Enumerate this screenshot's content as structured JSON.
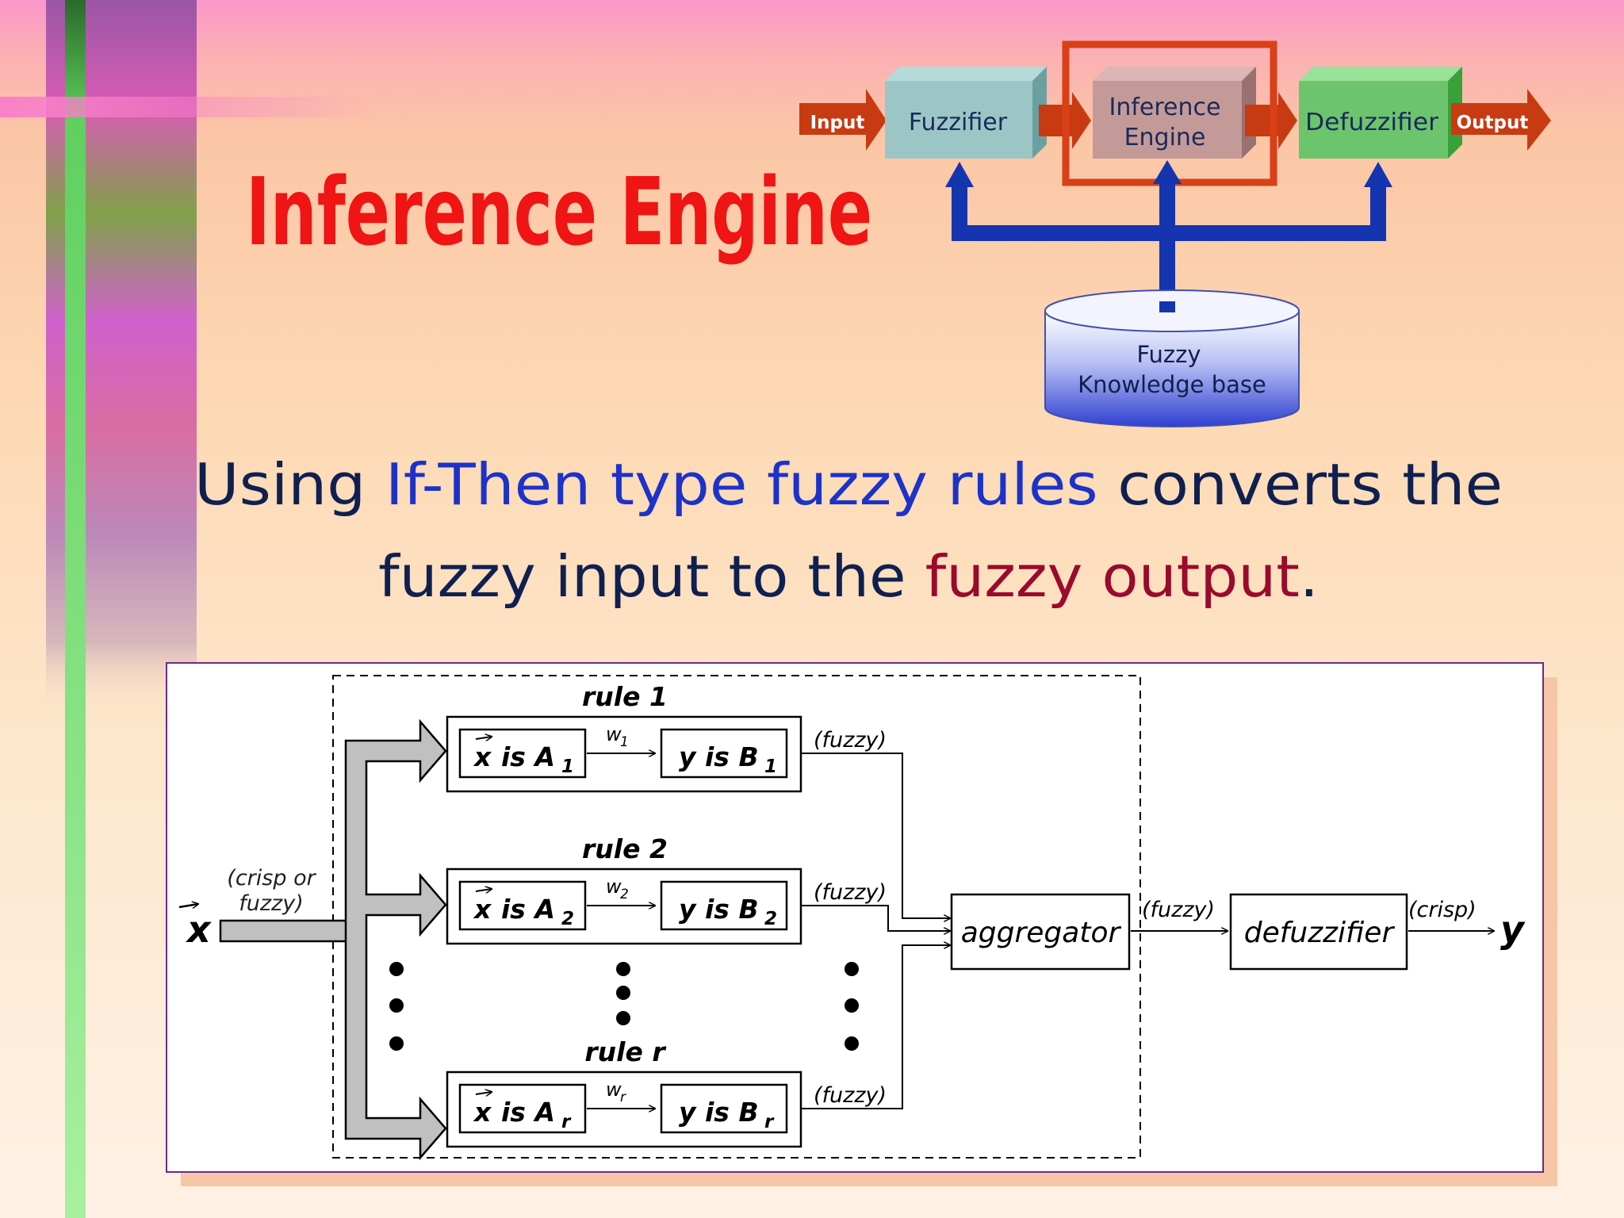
{
  "slide": {
    "title": "Inference Engine",
    "body_lines": [
      [
        {
          "text": "Using ",
          "color": "#0f2050"
        },
        {
          "text": "If-Then type fuzzy rules",
          "color": "#1c32c8"
        },
        {
          "text": " converts the",
          "color": "#0f2050"
        }
      ],
      [
        {
          "text": "fuzzy input to the ",
          "color": "#0f2050"
        },
        {
          "text": "fuzzy output",
          "color": "#9a0a2c"
        },
        {
          "text": ".",
          "color": "#0f2050"
        }
      ]
    ],
    "colors": {
      "title": "#f01414",
      "highlight_frame": "#d84018",
      "arrow": "#c83a12",
      "bus": "#1434b0",
      "fuzzifier": "#9cc6c6",
      "inference_engine": "#c49a98",
      "defuzzifier": "#6cc46c",
      "knowledge_base": "#4858dc"
    }
  },
  "pipeline": {
    "input_label": "Input",
    "output_label": "Output",
    "fuzzifier": "Fuzzifier",
    "inference_engine": [
      "Inference",
      "Engine"
    ],
    "defuzzifier": "Defuzzifier",
    "knowledge_base": [
      "Fuzzy",
      "Knowledge base"
    ]
  },
  "rules_diagram": {
    "input_symbol": "x",
    "input_note": [
      "(crisp or",
      "fuzzy)"
    ],
    "rules": [
      {
        "title": "rule 1",
        "sub": "1"
      },
      {
        "title": "rule 2",
        "sub": "2"
      },
      {
        "title": "rule r",
        "sub": "r"
      }
    ],
    "antecedent_text": "is A",
    "consequent_text": "y is B",
    "weight_symbol": "w",
    "fuzzy_note": "(fuzzy)",
    "aggregator": "aggregator",
    "defuzzifier": "defuzzifier",
    "crisp_note": "(crisp)",
    "output_symbol": "y"
  }
}
